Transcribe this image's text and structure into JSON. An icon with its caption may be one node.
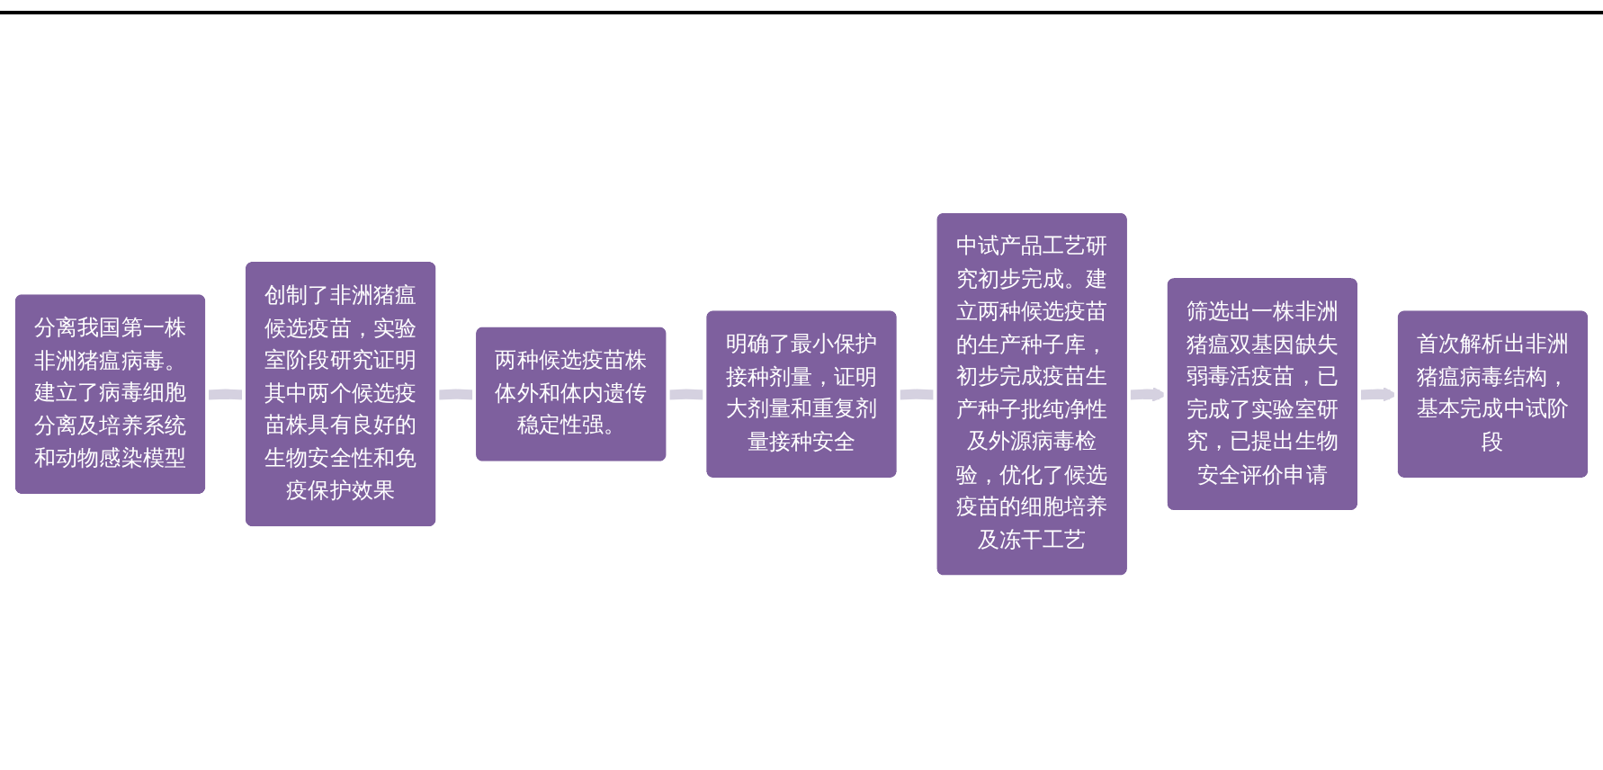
{
  "diagram": {
    "nodes": [
      {
        "text": [
          "分离我国第一株非洲猪瘟病毒。建立了病毒细胞分离及培养系统和动物感染模型"
        ]
      },
      {
        "text": [
          "创制了非洲猪瘟候选疫苗，实验室阶段研究证明其中两个候选疫苗株具有良好的生物安全性和免疫保护效果"
        ]
      },
      {
        "text": [
          "两种候选疫苗株体外和体内遗传稳定性强。"
        ]
      },
      {
        "text": [
          "明确了最小保护接种剂量，证明大剂量和重复剂量接种安全"
        ]
      },
      {
        "text": [
          "中试产品工艺研究初步完成。建立两种候选疫苗的生产种子库，初步完成疫苗生产种子批纯净性及外源病毒检验，优化了候选疫苗的细胞培养及冻干工艺"
        ]
      },
      {
        "text": [
          "筛选出一株非洲猪瘟双基因缺失弱毒活疫苗，已完成了实验室研究，已提出生物安全评价申请"
        ]
      },
      {
        "text": [
          "首次解析出非洲猪瘟病毒结构，基本完成中试阶段"
        ]
      }
    ],
    "edges": [
      {
        "from": 0,
        "to": 1,
        "arrow": "none"
      },
      {
        "from": 1,
        "to": 2,
        "arrow": "none"
      },
      {
        "from": 2,
        "to": 3,
        "arrow": "none"
      },
      {
        "from": 3,
        "to": 4,
        "arrow": "none"
      },
      {
        "from": 4,
        "to": 5,
        "arrow": "to"
      },
      {
        "from": 5,
        "to": 6,
        "arrow": "to"
      }
    ]
  }
}
